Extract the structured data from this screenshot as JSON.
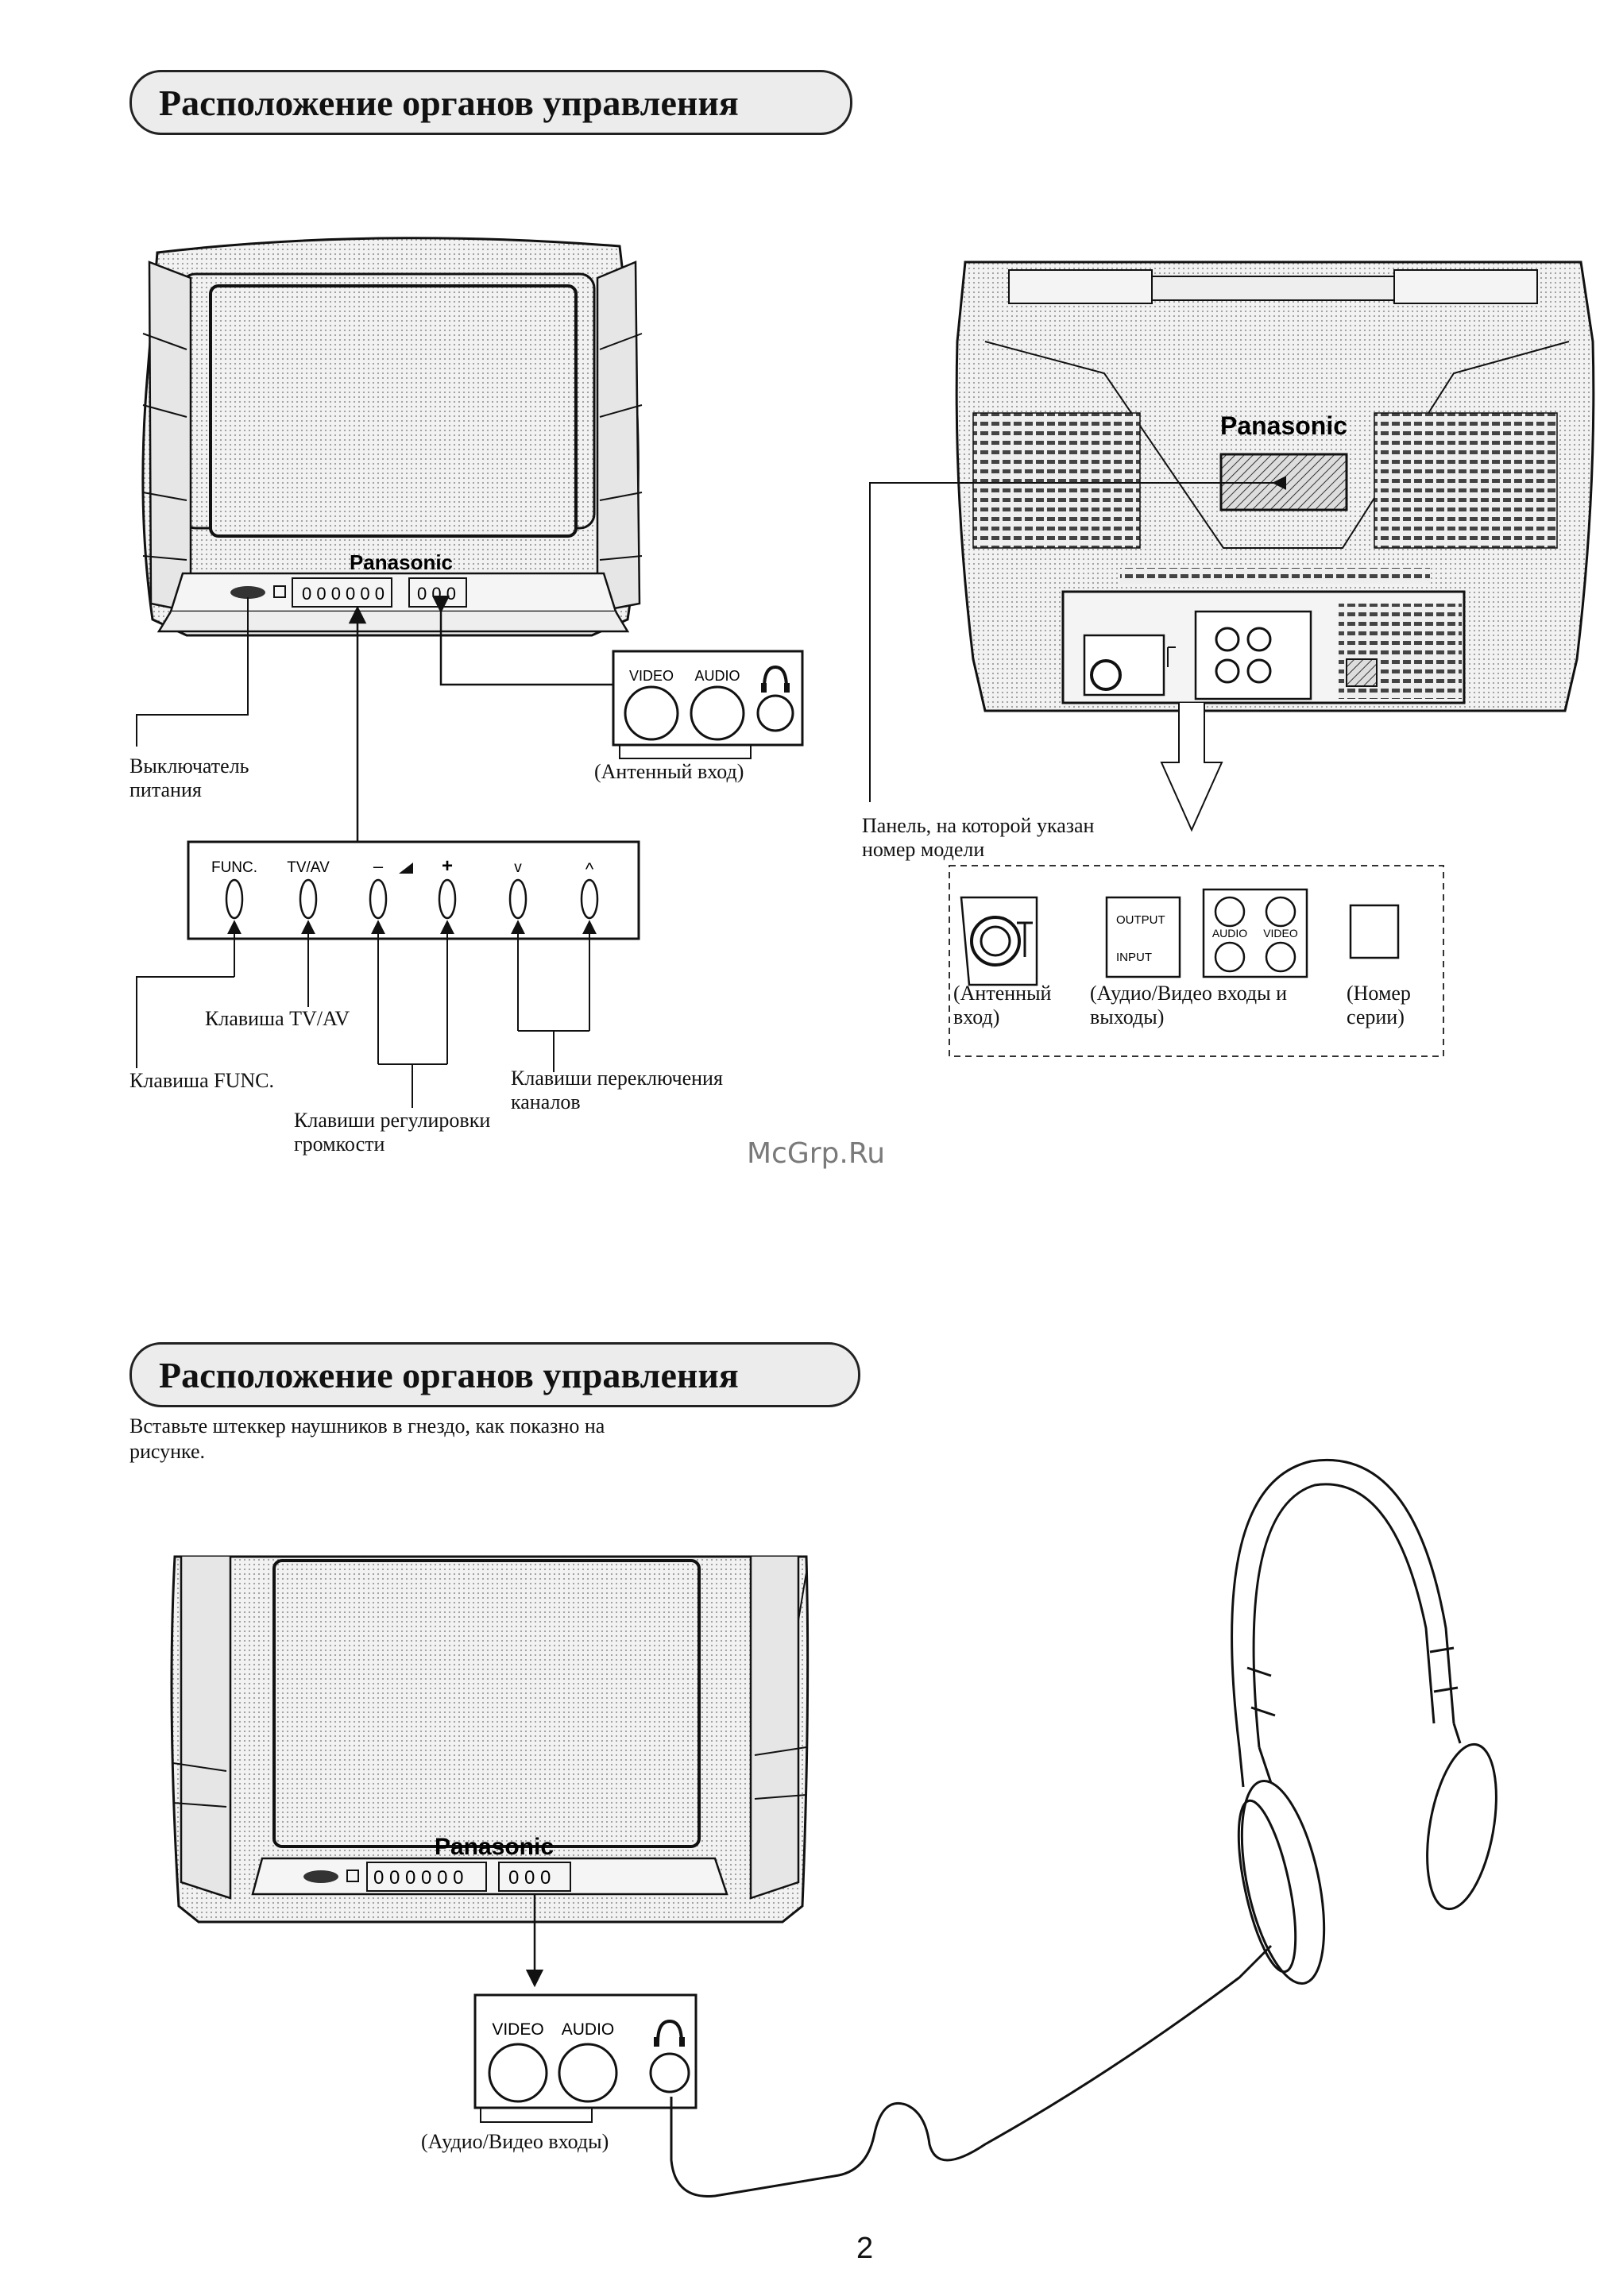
{
  "section1": {
    "title": "Расположение органов управления",
    "front_tv_brand": "Panasonic",
    "front_panel": {
      "video": "VIDEO",
      "audio": "AUDIO",
      "antenna_caption": "(Антенный вход)"
    },
    "power_switch_label": [
      "Выключатель",
      "питания"
    ],
    "control_panel": {
      "func": "FUNC.",
      "tvav": "TV/AV",
      "minus": "–",
      "plus": "+",
      "ch_down": "v",
      "ch_up": "^"
    },
    "key_tvav_label": "Клавиша TV/AV",
    "key_func_label": "Клавиша FUNC.",
    "volume_keys_label": [
      "Клавиши регулировки",
      "громкости"
    ],
    "channel_keys_label": [
      "Клавиши переключения",
      "каналов"
    ],
    "rear_tv_brand": "Panasonic",
    "model_panel_label": [
      "Панель, на которой указан",
      "номер модели"
    ],
    "rear_jacks": {
      "output": "OUTPUT",
      "input": "INPUT",
      "audio": "AUDIO",
      "video": "VIDEO",
      "antenna_caption": [
        "(Антенный",
        "вход)"
      ],
      "av_caption": [
        "(Аудио/Видео входы и",
        "выходы)"
      ],
      "serial_caption": [
        "(Номер",
        "серии)"
      ]
    }
  },
  "watermark": "McGrp.Ru",
  "section2": {
    "title": "Расположение органов управления",
    "intro": [
      "Вставьте штеккер наушников в гнездо, как показно на",
      "рисунке."
    ],
    "tv_brand": "Panasonic",
    "front_panel": {
      "video": "VIDEO",
      "audio": "AUDIO",
      "caption": "(Аудио/Видео входы)"
    }
  },
  "page_number": "2"
}
